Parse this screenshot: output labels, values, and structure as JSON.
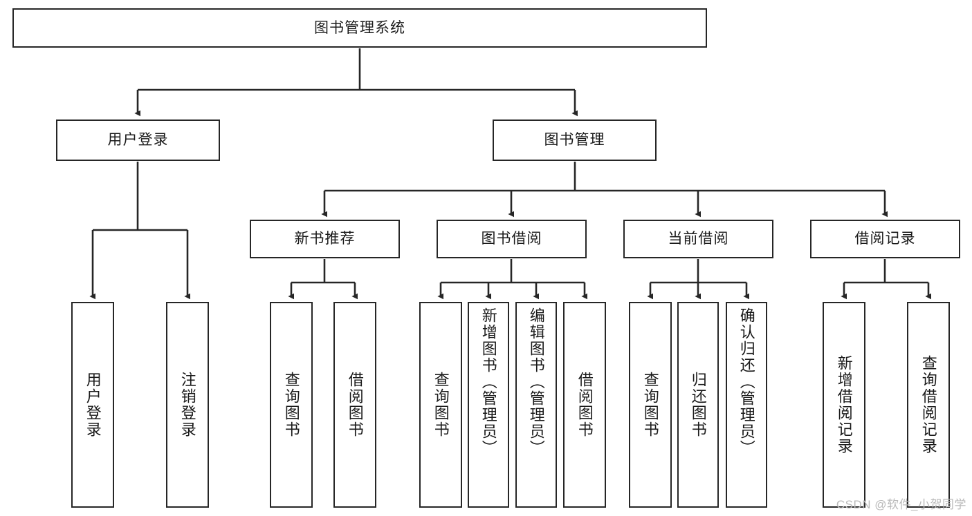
{
  "diagram": {
    "title": "图书管理系统",
    "type": "tree",
    "watermark": "CSDN @软件_小贺同学",
    "colors": {
      "box_border": "#262626",
      "box_fill": "#ffffff",
      "edge": "#262626",
      "text": "#1a1a1a",
      "watermark": "#b9b9b9"
    },
    "nodes": {
      "root": {
        "label": "图书管理系统"
      },
      "level2": [
        {
          "id": "user-login",
          "label": "用户登录"
        },
        {
          "id": "book-manage",
          "label": "图书管理"
        }
      ],
      "level3": [
        {
          "id": "new-book-rec",
          "label": "新书推荐",
          "parent": "book-manage"
        },
        {
          "id": "book-borrow",
          "label": "图书借阅",
          "parent": "book-manage"
        },
        {
          "id": "current-borrow",
          "label": "当前借阅",
          "parent": "book-manage"
        },
        {
          "id": "borrow-record",
          "label": "借阅记录",
          "parent": "book-manage"
        }
      ],
      "leaves": [
        {
          "id": "leaf-user-login",
          "label": "用户登录",
          "parent": "user-login"
        },
        {
          "id": "leaf-user-logout",
          "label": "注销登录",
          "parent": "user-login"
        },
        {
          "id": "leaf-rec-query-book",
          "label": "查询图书",
          "parent": "new-book-rec"
        },
        {
          "id": "leaf-rec-borrow-book",
          "label": "借阅图书",
          "parent": "new-book-rec"
        },
        {
          "id": "leaf-bb-query-book",
          "label": "查询图书",
          "parent": "book-borrow"
        },
        {
          "id": "leaf-bb-add-book",
          "label": "新增图书（管理员）",
          "parent": "book-borrow"
        },
        {
          "id": "leaf-bb-edit-book",
          "label": "编辑图书（管理员）",
          "parent": "book-borrow"
        },
        {
          "id": "leaf-bb-borrow-book",
          "label": "借阅图书",
          "parent": "book-borrow"
        },
        {
          "id": "leaf-cb-query-book",
          "label": "查询图书",
          "parent": "current-borrow"
        },
        {
          "id": "leaf-cb-return-book",
          "label": "归还图书",
          "parent": "current-borrow"
        },
        {
          "id": "leaf-cb-confirm-return",
          "label": "确认归还（管理员）",
          "parent": "current-borrow"
        },
        {
          "id": "leaf-br-add-record",
          "label": "新增借阅记录",
          "parent": "borrow-record"
        },
        {
          "id": "leaf-br-query-record",
          "label": "查询借阅记录",
          "parent": "borrow-record"
        }
      ]
    }
  }
}
